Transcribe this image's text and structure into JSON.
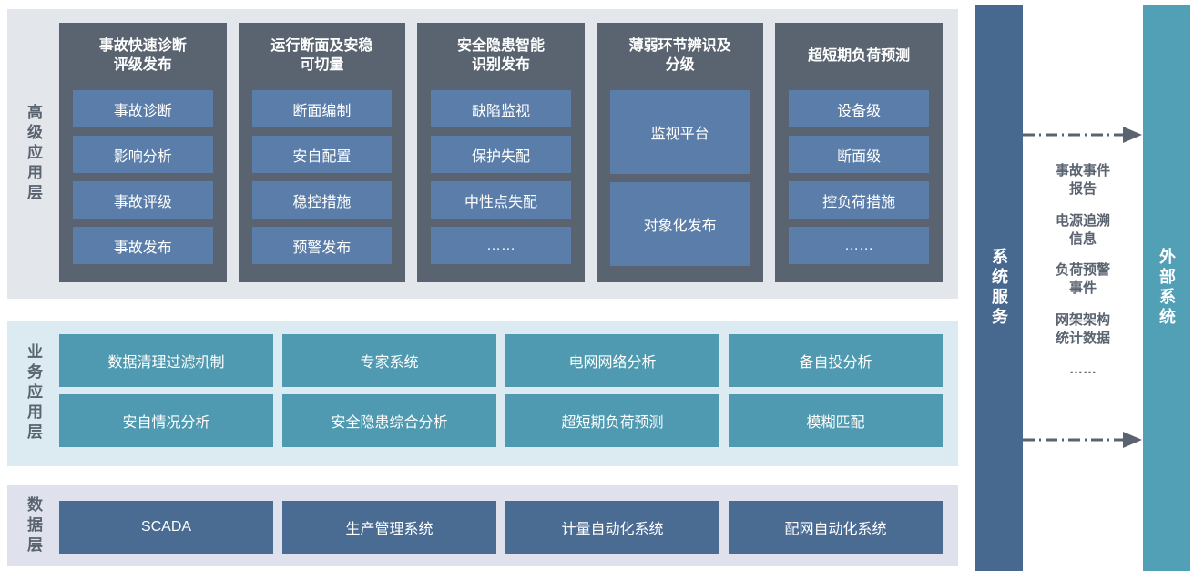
{
  "layers": {
    "advanced": {
      "label": "高级应用层",
      "cards": [
        {
          "title": "事故快速诊断\n评级发布",
          "items": [
            "事故诊断",
            "影响分析",
            "事故评级",
            "事故发布"
          ]
        },
        {
          "title": "运行断面及安稳\n可切量",
          "items": [
            "断面编制",
            "安自配置",
            "稳控措施",
            "预警发布"
          ]
        },
        {
          "title": "安全隐患智能\n识别发布",
          "items": [
            "缺陷监视",
            "保护失配",
            "中性点失配",
            "……"
          ]
        },
        {
          "title": "薄弱环节辨识及\n分级",
          "items": [
            "监视平台",
            "对象化发布"
          ]
        },
        {
          "title": "超短期负荷预测",
          "items": [
            "设备级",
            "断面级",
            "控负荷措施",
            "……"
          ]
        }
      ]
    },
    "business": {
      "label": "业务应用层",
      "row1": [
        "数据清理过滤机制",
        "专家系统",
        "电网网络分析",
        "备自投分析"
      ],
      "row2": [
        "安自情况分析",
        "安全隐患综合分析",
        "超短期负荷预测",
        "模糊匹配"
      ]
    },
    "data": {
      "label": "数据层",
      "items": [
        "SCADA",
        "生产管理系统",
        "计量自动化系统",
        "配网自动化系统"
      ]
    }
  },
  "right_panel": {
    "system_service": "系统服务",
    "external_system": "外部系统",
    "exchange_items": [
      "事故事件报告",
      "电源追溯信息",
      "负荷预警事件",
      "网架架构统计数据",
      "……"
    ]
  },
  "colors": {
    "band_top_bg": "#e3e6eb",
    "band_mid_bg": "#dcebf2",
    "band_data_bg": "#dfe2ec",
    "card_bg": "#5a6470",
    "card_item_bg": "#5b7da9",
    "teal_button_bg": "#4f9ab0",
    "data_button_bg": "#4a6b92",
    "system_bar_bg": "#47688f",
    "external_bar_bg": "#52a0b6",
    "label_text": "#5a6370",
    "white_text": "#ffffff"
  }
}
